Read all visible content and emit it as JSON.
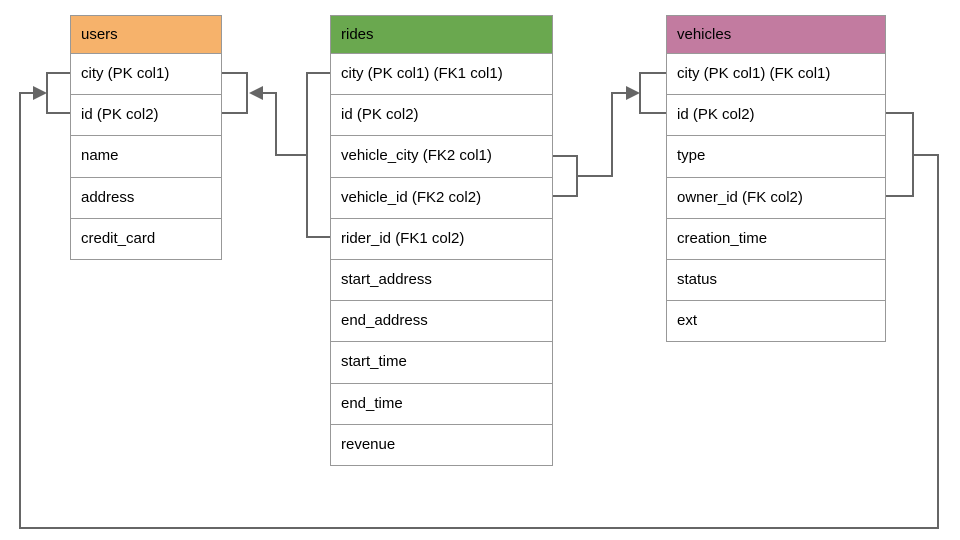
{
  "colors": {
    "line": "#666666",
    "table_border": "#989898",
    "users_header": "#f6b26b",
    "rides_header": "#6aa84f",
    "vehicles_header": "#c27ba0"
  },
  "tables": {
    "users": {
      "title": "users",
      "header_color": "#f6b26b",
      "rows": [
        "city (PK col1)",
        "id (PK col2)",
        "name",
        "address",
        "credit_card"
      ]
    },
    "rides": {
      "title": "rides",
      "header_color": "#6aa84f",
      "rows": [
        "city (PK col1) (FK1 col1)",
        "id (PK col2)",
        "vehicle_city (FK2 col1)",
        "vehicle_id (FK2 col2)",
        "rider_id (FK1 col2)",
        "start_address",
        "end_address",
        "start_time",
        "end_time",
        "revenue"
      ]
    },
    "vehicles": {
      "title": "vehicles",
      "header_color": "#c27ba0",
      "rows": [
        "city (PK col1) (FK col1)",
        "id (PK col2)",
        "type",
        "owner_id (FK col2)",
        "creation_time",
        "status",
        "ext"
      ]
    }
  },
  "relationships": [
    {
      "id": "rides-fk1-users",
      "from_table": "rides",
      "from_columns": [
        "city (FK1 col1)",
        "rider_id (FK1 col2)"
      ],
      "to_table": "users",
      "to_columns": [
        "city (PK col1)",
        "id (PK col2)"
      ],
      "arrow_points_to": "users"
    },
    {
      "id": "rides-fk2-vehicles",
      "from_table": "rides",
      "from_columns": [
        "vehicle_city (FK2 col1)",
        "vehicle_id (FK2 col2)"
      ],
      "to_table": "vehicles",
      "to_columns": [
        "city (PK col1)",
        "id (PK col2)"
      ],
      "arrow_points_to": "vehicles"
    },
    {
      "id": "vehicles-fk-users",
      "from_table": "vehicles",
      "from_columns": [
        "city (FK col1)",
        "owner_id (FK col2)"
      ],
      "to_table": "users",
      "to_columns": [
        "city (PK col1)",
        "id (PK col2)"
      ],
      "arrow_points_to": "users"
    }
  ]
}
